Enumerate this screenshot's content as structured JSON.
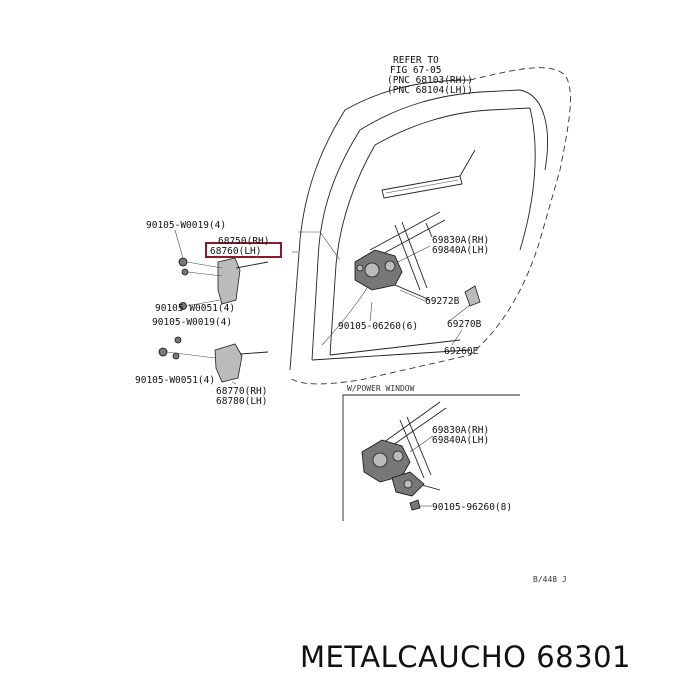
{
  "labels": {
    "refer_1": "REFER TO",
    "refer_2": "FIG 67-05",
    "refer_3": "(PNC 68103(RH))",
    "refer_4": "(PNC 68104(LH))",
    "bolt_w0019_top": "90105-W0019(4)",
    "hinge_upper_rh": "68750(RH)",
    "hinge_upper_lh": "68760(LH)",
    "bolt_w0051_top": "90105 W0051(4)",
    "bolt_w0019_mid": "90105-W0019(4)",
    "bolt_w0051_bot": "90105-W0051(4)",
    "hinge_lower_rh": "68770(RH)",
    "hinge_lower_lh": "68780(LH)",
    "regulator_rh": "69830A(RH)",
    "regulator_lh": "69840A(LH)",
    "part_69272b": "69272B",
    "bolt_06260": "90105-06260(6)",
    "part_69270b": "69270B",
    "part_69260e": "69260E",
    "inset_title": "W/POWER WINDOW",
    "inset_regulator_rh": "69830A(RH)",
    "inset_regulator_lh": "69840A(LH)",
    "inset_bolt": "90105-96260(8)",
    "figure_code": "B/448 J"
  },
  "brand": "METALCAUCHO 68301",
  "colors": {
    "highlight_box": "#8b1a2b",
    "line": "#222222",
    "text": "#111111"
  }
}
